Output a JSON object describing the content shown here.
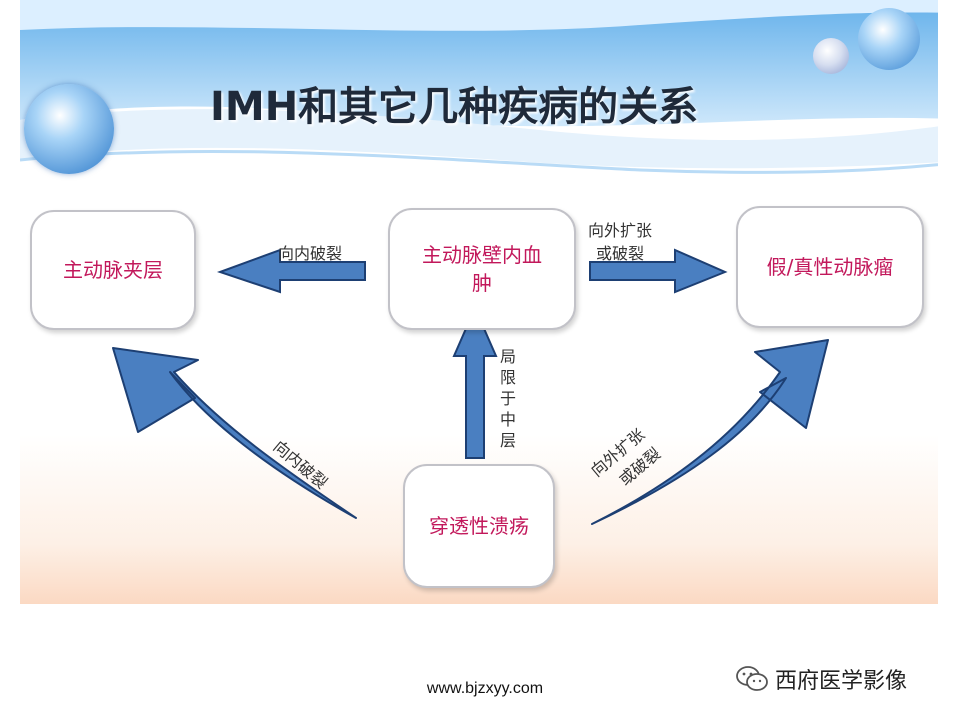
{
  "slide": {
    "title": "IMH和其它几种疾病的关系"
  },
  "diagram": {
    "nodes": {
      "aortic_dissection": "主动脉夹层",
      "intramural_hematoma": "主动脉壁内血肿",
      "aneurysm": "假/真性动脉瘤",
      "ulcer": "穿透性溃疡"
    },
    "edges": {
      "imh_to_dissection": "向内破裂",
      "imh_to_aneurysm_line1": "向外扩张",
      "imh_to_aneurysm_line2": "或破裂",
      "ulcer_to_imh": "局限于中层",
      "ulcer_to_dissection": "向内破裂",
      "ulcer_to_aneurysm_line1": "向外扩张",
      "ulcer_to_aneurysm_line2": "或破裂"
    }
  },
  "footer": {
    "url": "www.bjzxyy.com",
    "brand": "西府医学影像"
  },
  "colors": {
    "arrow_fill": "#4a7fc1",
    "arrow_stroke": "#1d3f73",
    "node_text": "#c2185b",
    "header_blue": "#3f8fd6"
  }
}
